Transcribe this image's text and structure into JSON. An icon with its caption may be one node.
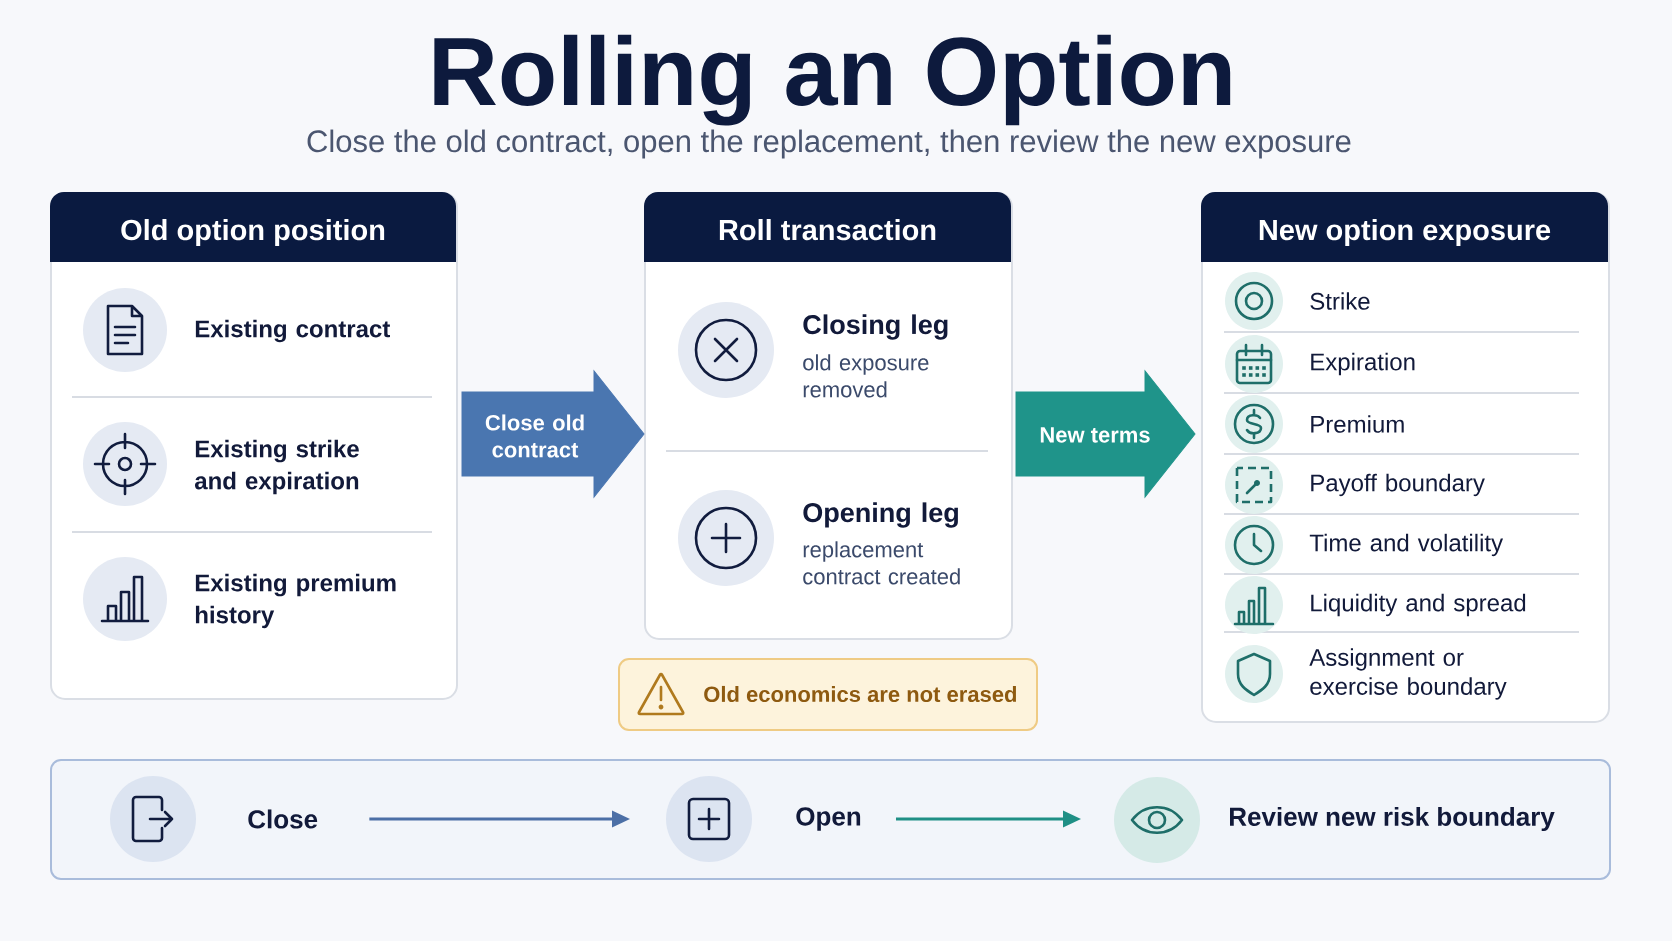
{
  "diagram": {
    "title": "Rolling an Option",
    "nodes": [
      {
        "text": [
          "Old option position",
          "Existing contract",
          "Existing strike and expiration",
          "Existing premium history"
        ]
      },
      {
        "text": [
          "Roll transaction",
          "Closing leg",
          "old exposure removed",
          "Opening leg",
          "replacement contract created"
        ]
      },
      {
        "text": [
          "New option exposure",
          "Strike",
          "Expiration",
          "Premium",
          "Payoff boundary",
          "Time and volatility",
          "Liquidity and spread",
          "Assignment or exercise boundary"
        ]
      },
      {
        "text": [
          "Old economics are not erased"
        ]
      },
      {
        "text": [],
        "shape": "box"
      },
      {
        "text": [
          "Close"
        ],
        "in": 4
      },
      {
        "text": [
          "Open"
        ],
        "in": 4
      },
      {
        "text": [
          "Review new risk boundary"
        ],
        "in": 4
      }
    ],
    "edges": [
      {
        "from": 0,
        "to": 1,
        "arrow": "to",
        "label": "Close old contract",
        "style": "thick",
        "color": "#4a76b0"
      },
      {
        "from": 1,
        "to": 2,
        "arrow": "to",
        "label": "New terms",
        "style": "thick",
        "color": "#1f948a"
      },
      {
        "from": 5,
        "to": 6,
        "arrow": "to",
        "color": "#4c6fa6"
      },
      {
        "from": 6,
        "to": 7,
        "arrow": "to",
        "color": "#1f8f85"
      }
    ],
    "labels": [
      "Close the old contract, open the replacement, then review the new exposure"
    ]
  }
}
